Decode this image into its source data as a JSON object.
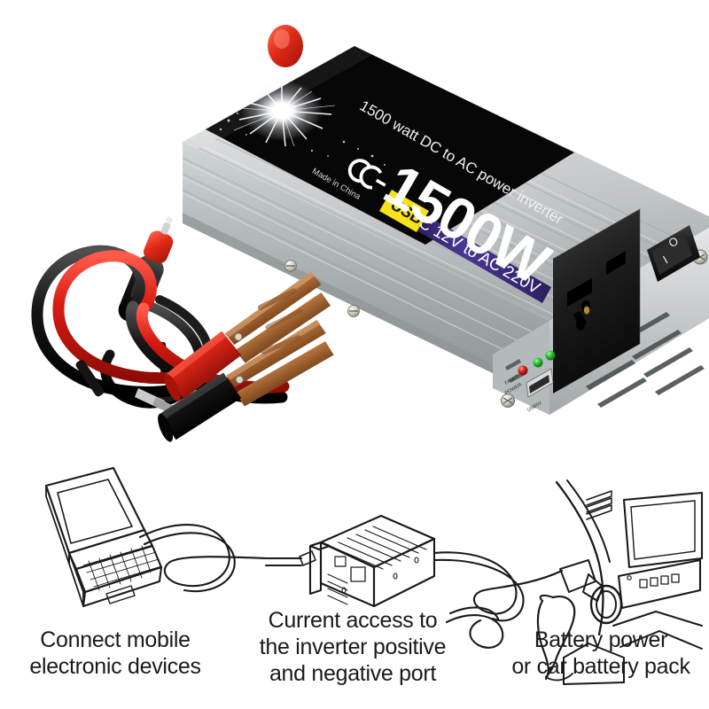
{
  "product": {
    "name": "1500W DC to AC Power Inverter",
    "housing_material": "brushed aluminum",
    "label": {
      "headline": "1500W",
      "line_top": "1500 watt DC to AC power inverter",
      "usb_badge": "USB",
      "voltage_line": "DC 12V to AC 220V",
      "origin": "Made in China",
      "certification": "CE",
      "graphic": "starburst-spark"
    },
    "front_panel": {
      "indicators": [
        {
          "label": "FAULT",
          "color": "#cc1414",
          "state": "off"
        },
        {
          "label": "POWER",
          "color": "#19a326",
          "state": "on"
        }
      ],
      "usb_port_label": "USB5V",
      "ac_socket": "universal-ac-outlet",
      "power_switch": {
        "on_symbol": "I",
        "off_symbol": "O",
        "position": "off"
      },
      "vents": "louvered-slots",
      "screws": 4
    },
    "accessories": [
      {
        "name": "cigarette-lighter-plug",
        "cable_color": "#141414"
      },
      {
        "name": "battery-clamp-positive",
        "grip_color": "#d61f1f",
        "jaw_color": "#a8632f"
      },
      {
        "name": "battery-clamp-negative",
        "grip_color": "#1a1a1a",
        "jaw_color": "#a8632f"
      },
      {
        "name": "power-cable-red",
        "color": "#cc1111"
      },
      {
        "name": "power-cable-black",
        "color": "#121212"
      }
    ],
    "terminal_cap": {
      "color": "#d92b1c",
      "position": "rear-top"
    }
  },
  "colors": {
    "background": "#ffffff",
    "aluminum_light": "#e8eaea",
    "aluminum_mid": "#bfc3c4",
    "aluminum_dark": "#8e9496",
    "label_black": "#0a0a0a",
    "usb_yellow": "#f5e21a",
    "voltage_purple": "#3b2d7a",
    "led_red": "#cc1414",
    "led_green": "#19a326",
    "line_art": "#1a1a1a"
  },
  "diagram": {
    "panels": [
      {
        "id": "laptop",
        "icon": "laptop-line-art",
        "caption_lines": [
          "Connect mobile",
          "electronic devices"
        ]
      },
      {
        "id": "inverter",
        "icon": "inverter-line-art",
        "caption_lines": [
          "Current access to",
          "the inverter positive",
          "and negative port"
        ]
      },
      {
        "id": "car-dashboard",
        "icon": "car-dashboard-line-art",
        "caption_lines": [
          "Battery power",
          "or car battery pack"
        ]
      }
    ]
  }
}
